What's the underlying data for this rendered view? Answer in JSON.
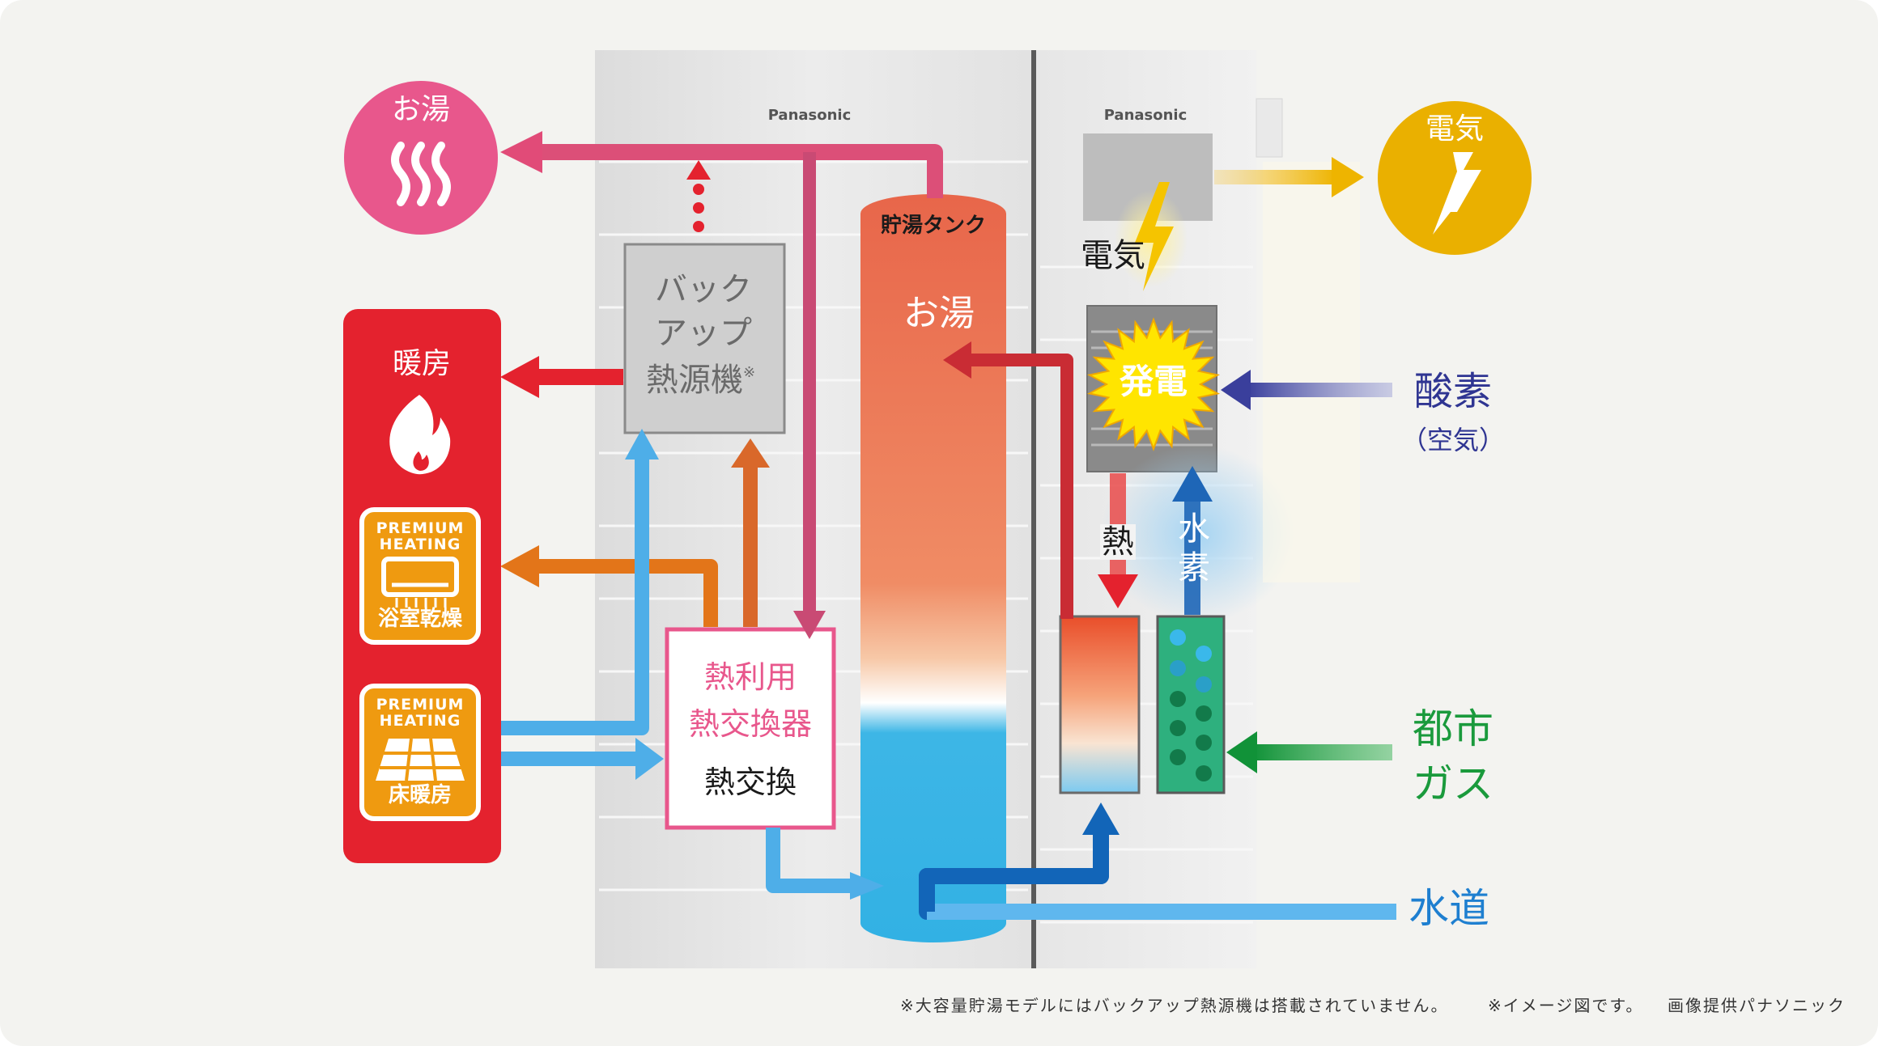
{
  "outputs": {
    "hot_water": "お湯",
    "electricity": "電気",
    "heating": "暖房"
  },
  "badges": [
    {
      "top": "PREMIUM\nHEATING",
      "label": "浴室乾燥"
    },
    {
      "top": "PREMIUM\nHEATING",
      "label": "床暖房"
    }
  ],
  "unit": {
    "brand_left": "Panasonic",
    "brand_right": "Panasonic",
    "tank_title": "貯湯タンク",
    "tank_water": "お湯",
    "backup_heater": [
      "バック",
      "アップ",
      "熱源機"
    ],
    "backup_note_mark": "※",
    "heat_exchanger": [
      "熱利用",
      "熱交換器"
    ],
    "heat_exchange": "熱交換",
    "electricity_label": "電気",
    "generation": "発電",
    "heat": "熱",
    "hydrogen": [
      "水",
      "素"
    ]
  },
  "inputs": {
    "oxygen": "酸素",
    "oxygen_sub": "（空気）",
    "city_gas": [
      "都市",
      "ガス"
    ],
    "water": "水道"
  },
  "footer": {
    "note_backup": "※大容量貯湯モデルにはバックアップ熱源機は搭載されていません。",
    "note_image": "※イメージ図です。",
    "credit": "画像提供パナソニック"
  },
  "colors": {
    "pink": "#e8578c",
    "red": "#e4222e",
    "orange": "#e37519",
    "yellow": "#eab000",
    "light_blue": "#4eaee8",
    "navy": "#3a3f9c",
    "green": "#1a9a3c",
    "water_blue": "#1e7fd0"
  }
}
